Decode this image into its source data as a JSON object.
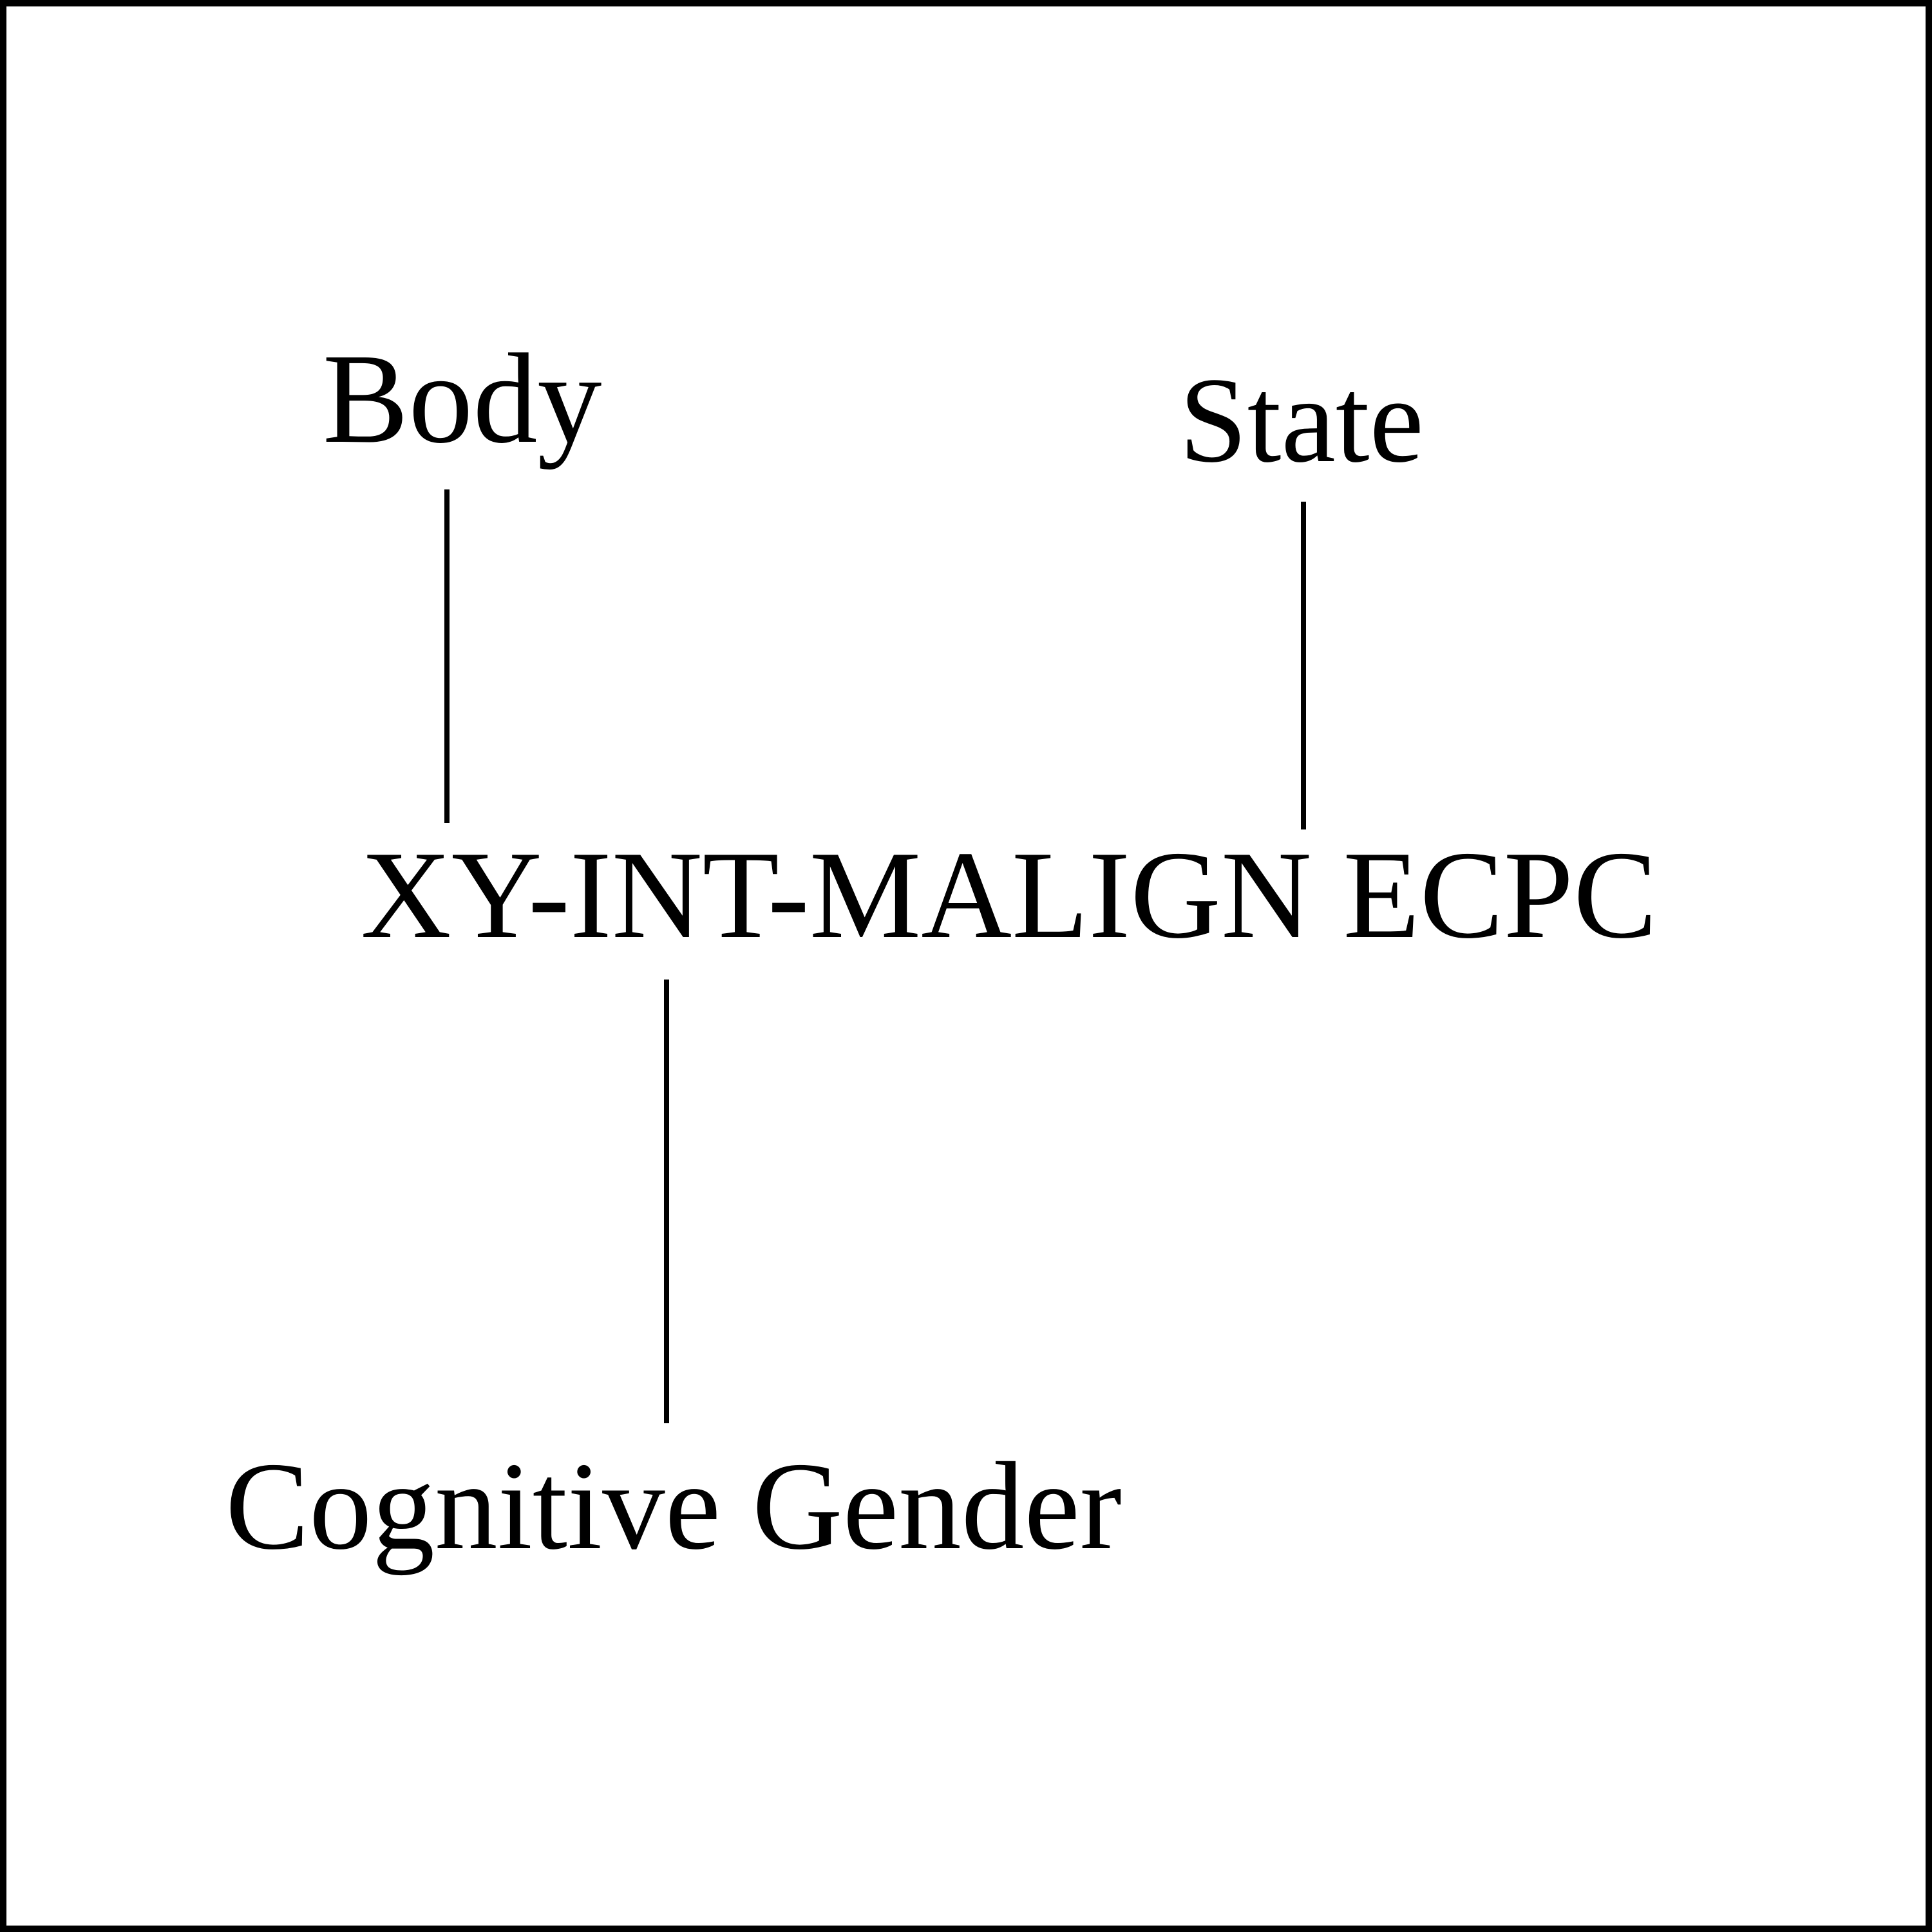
{
  "diagram": {
    "nodes": {
      "body": "Body",
      "state": "State",
      "center": "XY-INT-MALIGN ECPC",
      "cognitive": "Cognitive Gender"
    },
    "edges": [
      {
        "from": "body",
        "to": "center"
      },
      {
        "from": "state",
        "to": "center"
      },
      {
        "from": "center",
        "to": "cognitive"
      }
    ],
    "colors": {
      "line": "#000000",
      "text": "#000000",
      "background": "#ffffff"
    }
  }
}
